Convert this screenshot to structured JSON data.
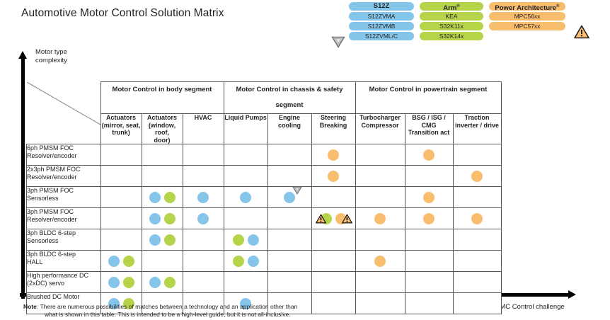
{
  "title": "Automotive Motor Control Solution Matrix",
  "axes": {
    "y_label": "Motor type\ncomplexity",
    "x_label": "Application / MC Control challenge"
  },
  "legend": {
    "shield_icon": "shield-badge-icon",
    "warning_icon": "warning-triangle-icon",
    "columns": [
      {
        "family": "S12",
        "color": "#86c5ea",
        "header": "S12Z",
        "items": [
          "S12ZVMA",
          "S12ZVMB",
          "S12ZVML/C"
        ]
      },
      {
        "family": "Arm",
        "color": "#b5d44a",
        "header": "Arm®",
        "header_base": "Arm",
        "header_sup": "®",
        "items": [
          "KEA",
          "S32K11x",
          "S32K14x"
        ]
      },
      {
        "family": "Power Architecture",
        "color": "#f9bd6e",
        "header": "Power Architecture®",
        "header_base": "Power Architecture",
        "header_sup": "®",
        "items": [
          "MPC56xx",
          "MPC57xx"
        ]
      }
    ]
  },
  "matrix": {
    "segments": [
      {
        "label": "Motor Control in body segment",
        "span": 3
      },
      {
        "label": "Motor Control in chassis & safety segment",
        "span": 3
      },
      {
        "label": "Motor Control in powertrain segment",
        "span": 3
      }
    ],
    "applications": [
      "Actuators\n(mirror, seat,\ntrunk)",
      "Actuators\n(window, roof,\ndoor)",
      "HVAC",
      "Liquid Pumps",
      "Engine cooling",
      "Steering\nBreaking",
      "Turbocharger\nCompressor",
      "BSG / ISG /\nCMG\nTransition act",
      "Traction\ninverter / drive"
    ],
    "rows": [
      {
        "label": "6ph PMSM FOC\nResolver/encoder",
        "cells": [
          [],
          [],
          [],
          [],
          [],
          [
            {
              "color": "orange"
            }
          ],
          [],
          [
            {
              "color": "orange"
            }
          ],
          []
        ]
      },
      {
        "label": "2x3ph PMSM FOC\nResolver/encoder",
        "cells": [
          [],
          [],
          [],
          [],
          [],
          [
            {
              "color": "orange"
            }
          ],
          [],
          [],
          [
            {
              "color": "orange"
            }
          ]
        ]
      },
      {
        "label": "3ph PMSM FOC\nSensorless",
        "cells": [
          [],
          [
            {
              "color": "blue"
            },
            {
              "color": "green"
            }
          ],
          [
            {
              "color": "blue"
            }
          ],
          [
            {
              "color": "blue"
            }
          ],
          [
            {
              "color": "blue",
              "badge": "shield",
              "badge_pos": "tr"
            }
          ],
          [],
          [],
          [
            {
              "color": "orange"
            }
          ],
          []
        ]
      },
      {
        "label": "3ph PMSM FOC\nResolver/encoder",
        "cells": [
          [],
          [
            {
              "color": "blue"
            },
            {
              "color": "green"
            }
          ],
          [
            {
              "color": "blue"
            }
          ],
          [],
          [],
          [
            {
              "color": "green",
              "badge": "warning",
              "badge_pos": "left"
            },
            {
              "color": "orange",
              "badge": "warning",
              "badge_pos": "right"
            }
          ],
          [
            {
              "color": "orange"
            }
          ],
          [
            {
              "color": "orange"
            }
          ],
          [
            {
              "color": "orange"
            }
          ]
        ]
      },
      {
        "label": "3ph BLDC 6-step\nSensorless",
        "cells": [
          [],
          [
            {
              "color": "blue"
            },
            {
              "color": "green"
            }
          ],
          [],
          [
            {
              "color": "green"
            },
            {
              "color": "blue"
            }
          ],
          [],
          [],
          [],
          [],
          []
        ]
      },
      {
        "label": "3ph BLDC 6-step\nHALL",
        "cells": [
          [
            {
              "color": "blue"
            },
            {
              "color": "green"
            }
          ],
          [],
          [],
          [
            {
              "color": "green"
            },
            {
              "color": "blue"
            }
          ],
          [],
          [],
          [
            {
              "color": "orange"
            }
          ],
          [],
          []
        ]
      },
      {
        "label": "High performance DC\n(2xDC) servo",
        "cells": [
          [
            {
              "color": "blue"
            },
            {
              "color": "green"
            }
          ],
          [
            {
              "color": "blue"
            },
            {
              "color": "green"
            }
          ],
          [],
          [],
          [],
          [],
          [],
          [],
          []
        ]
      },
      {
        "label": "Brushed DC Motor",
        "cells": [
          [
            {
              "color": "blue"
            },
            {
              "color": "green"
            }
          ],
          [],
          [],
          [
            {
              "color": "blue"
            }
          ],
          [],
          [],
          [],
          [],
          []
        ]
      }
    ]
  },
  "note": {
    "label": "Note",
    "line1": ": There are numerous possibilities of matches between a technology and an application other than",
    "line2": "what is shown in this table. This is intended to be a high-level guide, but it is not all-inclusive."
  }
}
